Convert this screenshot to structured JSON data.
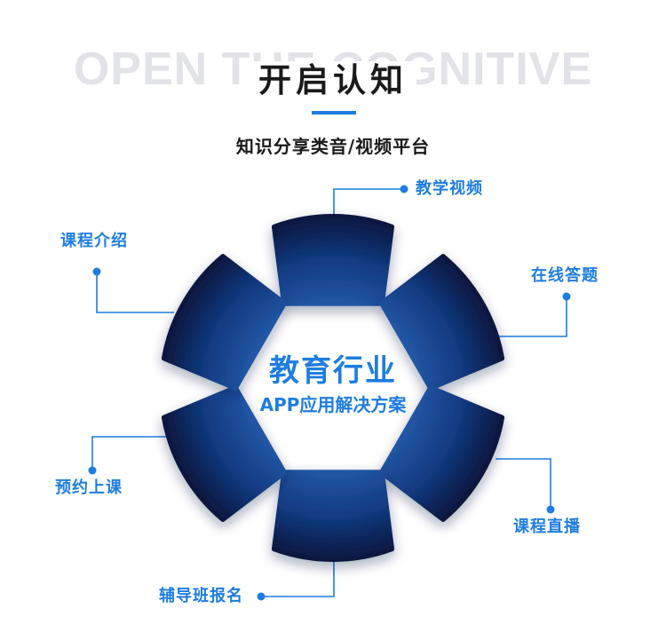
{
  "background_text": "OPEN THE COGNITIVE",
  "title": "开启认知",
  "subtitle": "知识分享类音/视频平台",
  "center": {
    "title": "教育行业",
    "subtitle": "APP应用解决方案"
  },
  "features": [
    "教学视频",
    "在线答题",
    "课程直播",
    "辅导班报名",
    "预约上课",
    "课程介绍"
  ],
  "colors": {
    "accent": "#1e7de0",
    "segment_light": "#2a65b8",
    "segment_dark": "#08163d",
    "title_text": "#1a1a1a",
    "background_text": "#e2e3e6"
  }
}
